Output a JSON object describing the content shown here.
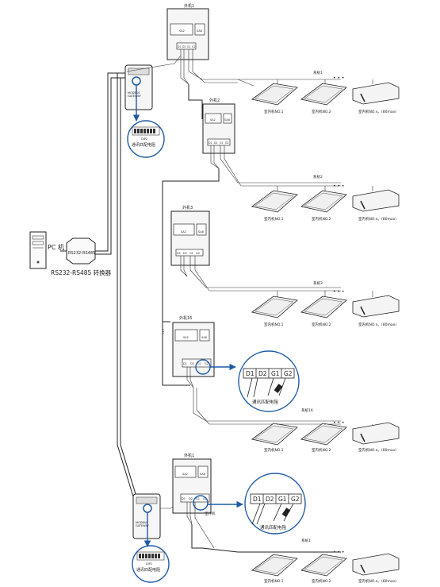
{
  "pc": {
    "label": "PC 机",
    "converter_label": "RS232-RS485",
    "caption": "RS232-RS485 转换器"
  },
  "outdoor_units": [
    {
      "title": "外机1",
      "board_labels": [
        "SA2",
        "SA8"
      ],
      "terminals": [
        "D1",
        "D2",
        "G1",
        "G2"
      ],
      "system": "系统1"
    },
    {
      "title": "外机2",
      "board_labels": [
        "SA2",
        "SA8"
      ],
      "terminals": [
        "D1",
        "D2",
        "G1",
        "G2"
      ],
      "system": "系统2"
    },
    {
      "title": "外机3",
      "board_labels": [
        "SA2",
        "SA8"
      ],
      "terminals": [
        "D1",
        "D2",
        "G1",
        "G2"
      ],
      "system": "系统3"
    },
    {
      "title": "外机16",
      "board_labels": [
        "SA2",
        "SA8"
      ],
      "terminals": [
        "D1",
        "D2",
        "G1",
        "G2"
      ],
      "system": "系统16"
    },
    {
      "title": "外机1",
      "board_labels": [
        "SA2",
        "SA8"
      ],
      "terminals": [
        "D1",
        "D2",
        "G1",
        "G2"
      ],
      "system": "系统1"
    }
  ],
  "indoor": {
    "unit1": "室内机NO.1",
    "unit2": "室内机NO.2",
    "unitn": "室内机NO.n。(80max)"
  },
  "gateway": {
    "label1": "MODBUS",
    "label2": "GATEWAY",
    "dip_label": "DIP2",
    "dip_caption": "通讯匹配电阻"
  },
  "zoom": {
    "terminals": [
      "D1",
      "D2",
      "G1",
      "G2"
    ],
    "caption": "通讯匹配电阻",
    "side_label": "室外机"
  }
}
